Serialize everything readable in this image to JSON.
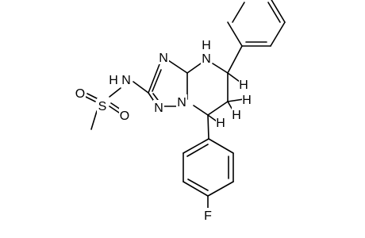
{
  "molecule": {
    "atoms": {
      "sulfonyl_o_top": "O",
      "sulfonyl_o_bottom": "O",
      "sulfur": "S",
      "amide_nh": "H",
      "amide_n": "N",
      "triazole_n3": "N",
      "ring_nh_h": "H",
      "ring_nh_n": "N",
      "triazole_n1": "N",
      "triazole_n2": "N",
      "c5_h": "H",
      "c6_h_a": "H",
      "c6_h_b": "H",
      "c7_h": "H",
      "fluorine": "F"
    }
  }
}
